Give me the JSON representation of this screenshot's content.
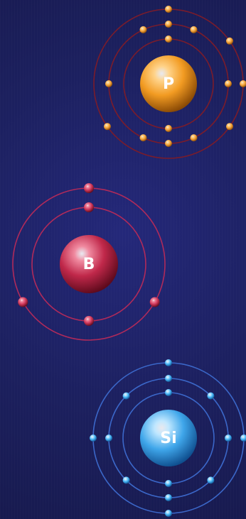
{
  "atoms": [
    {
      "symbol": "P",
      "shells": [
        2,
        8,
        5
      ],
      "colors": {
        "light": "#ffd38a",
        "mid": "#f29b22",
        "dark": "#8a4a05",
        "orbit": "#7a1c2b",
        "electron": "#f3a33a"
      }
    },
    {
      "symbol": "B",
      "shells": [
        2,
        3
      ],
      "colors": {
        "light": "#f08aa0",
        "mid": "#c0284a",
        "dark": "#5e0a1c",
        "orbit": "#b02a5a",
        "electron": "#d33a5e"
      }
    },
    {
      "symbol": "Si",
      "shells": [
        2,
        8,
        4
      ],
      "colors": {
        "light": "#bfe7ff",
        "mid": "#3fa6ea",
        "dark": "#0f4f8f",
        "orbit": "#3b67c8",
        "electron": "#46b5f5"
      }
    }
  ]
}
